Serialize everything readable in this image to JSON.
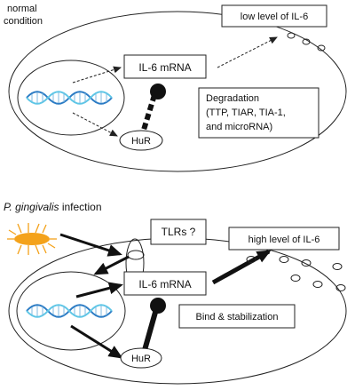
{
  "top_panel": {
    "condition_label_line1": "normal",
    "condition_label_line2": "condition",
    "output_label": "low level of IL-6",
    "mrna_label": "IL-6 mRNA",
    "hur_label": "HuR",
    "degradation_line1": "Degradation",
    "degradation_line2": "(TTP, TIAR, TIA-1,",
    "degradation_line3": "and  microRNA)"
  },
  "bottom_panel": {
    "infection_italic": "P. gingivalis",
    "infection_rest": " infection",
    "receptor_label": "TLRs ?",
    "output_label": "high level of IL-6",
    "mrna_label": "IL-6 mRNA",
    "hur_label": "HuR",
    "binding_label": "Bind & stabilization"
  },
  "colors": {
    "outline": "#222222",
    "dna_strand_a": "#2b7bc4",
    "dna_strand_b": "#5ec6e6",
    "bacterium": "#f4a21a"
  },
  "icons": [
    "dna-helix-icon",
    "bacterium-icon",
    "receptor-icon",
    "il6-molecule-icon"
  ]
}
